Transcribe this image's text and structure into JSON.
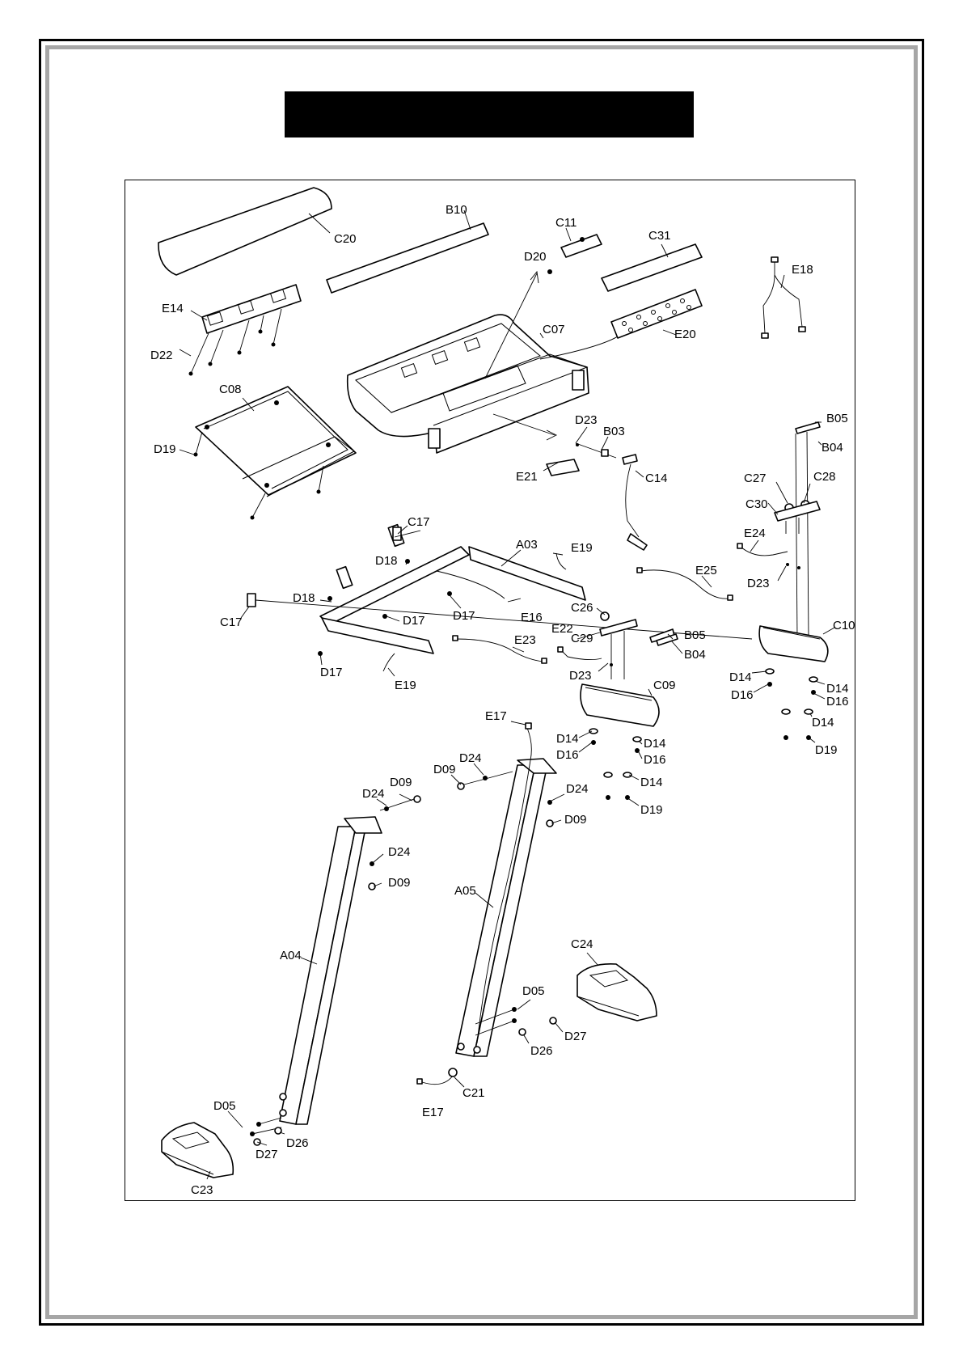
{
  "page": {
    "title": ""
  },
  "labels": {
    "C20": "C20",
    "B10": "B10",
    "C11": "C11",
    "D20": "D20",
    "C31": "C31",
    "E18": "E18",
    "E14": "E14",
    "E20": "E20",
    "C07": "C07",
    "D22": "D22",
    "C08": "C08",
    "D19a": "D19",
    "D23a": "D23",
    "B03": "B03",
    "B05a": "B05",
    "B04a": "B04",
    "E21": "E21",
    "C14": "C14",
    "C27": "C27",
    "C28": "C28",
    "C30": "C30",
    "C17a": "C17",
    "D18a": "D18",
    "A03": "A03",
    "E19a": "E19",
    "E24": "E24",
    "E25": "E25",
    "D23b": "D23",
    "D18b": "D18",
    "D17a": "D17",
    "D17b": "D17",
    "E16": "E16",
    "C17b": "C17",
    "C26": "C26",
    "C10": "C10",
    "E22": "E22",
    "C29": "C29",
    "B05b": "B05",
    "E23": "E23",
    "B04b": "B04",
    "D17c": "D17",
    "E19b": "E19",
    "D23c": "D23",
    "D14a": "D14",
    "D14b": "D14",
    "D16a": "D16",
    "D16b": "D16",
    "C09": "C09",
    "D14c": "D14",
    "D19b": "D19",
    "E17a": "E17",
    "D14d": "D14",
    "D16c": "D16",
    "D14e": "D14",
    "D16d": "D16",
    "D24a": "D24",
    "D09a": "D09",
    "D09b": "D09",
    "D24b": "D24",
    "D14f": "D14",
    "D24c": "D24",
    "D09c": "D09",
    "D19c": "D19",
    "D24d": "D24",
    "D09d": "D09",
    "A05": "A05",
    "C24": "C24",
    "A04": "A04",
    "D05a": "D05",
    "D27a": "D27",
    "D26a": "D26",
    "C21": "C21",
    "E17b": "E17",
    "D05b": "D05",
    "D27b": "D27",
    "D26b": "D26",
    "C23": "C23"
  }
}
